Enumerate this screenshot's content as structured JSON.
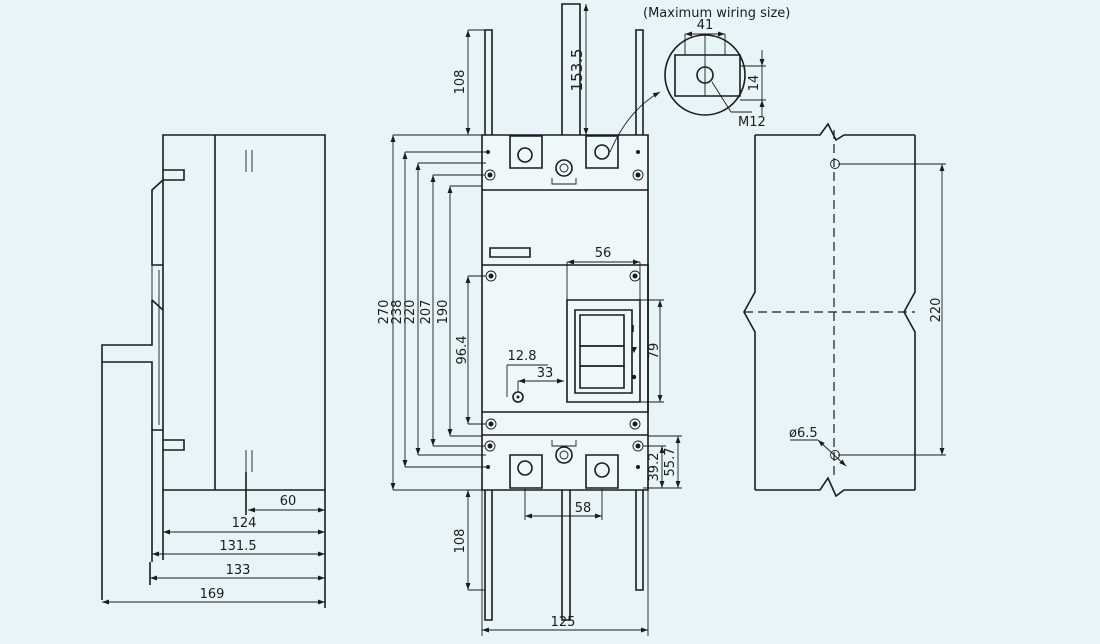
{
  "caption": "(Maximum wiring size)",
  "side_view_dims": {
    "d60": "60",
    "d124": "124",
    "d131_5": "131.5",
    "d133": "133",
    "d169": "169"
  },
  "front_view_dims": {
    "d270": "270",
    "d238": "238",
    "d220": "220",
    "d207": "207",
    "d190": "190",
    "d96_4": "96.4",
    "d12_8": "12.8",
    "d33": "33",
    "d56": "56",
    "d79": "79",
    "d39_2": "39.2",
    "d55_7": "55.7",
    "d58": "58",
    "d125": "125",
    "d108_top": "108",
    "d153_5": "153.5",
    "d108_bottom": "108"
  },
  "terminal_detail": {
    "d41": "41",
    "d14": "14",
    "bolt": "M12"
  },
  "mounting_template": {
    "d220": "220",
    "hole": "ø6.5"
  }
}
